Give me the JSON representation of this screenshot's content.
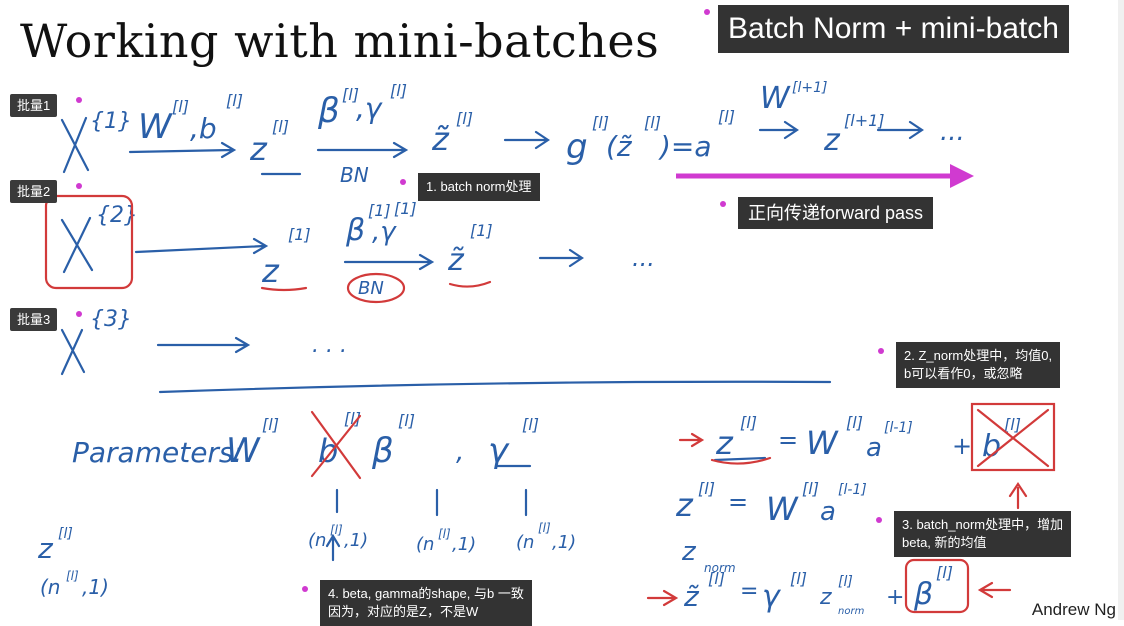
{
  "slide": {
    "title": "Working with mini-batches",
    "banner": "Batch Norm + mini-batch",
    "author": "Andrew Ng"
  },
  "batch_tags": [
    "批量1",
    "批量2",
    "批量3"
  ],
  "notes": {
    "bn_process": "1. batch norm处理",
    "forward_pass": "正向传递forward pass",
    "z_norm": "2. Z_norm处理中，均值0,\nb可以看作0，或忽略",
    "beta_mean": "3. batch_norm处理中，增加\nbeta, 新的均值",
    "shape_note": "4. beta, gamma的shape, 与b 一致\n因为，对应的是Z，不是W"
  },
  "colors": {
    "ink_blue": "#2a5fa8",
    "ink_red": "#d23a3a",
    "highlight": "#d03ad0",
    "tag_bg": "#3a3a3a"
  }
}
